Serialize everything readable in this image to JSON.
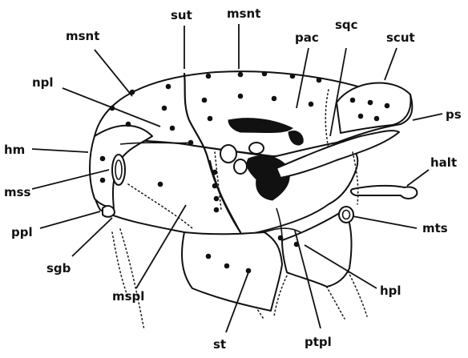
{
  "diagram": {
    "labels": {
      "msnt_left": "msnt",
      "sut": "sut",
      "msnt_top": "msnt",
      "pac": "pac",
      "sqc": "sqc",
      "scut": "scut",
      "npl": "npl",
      "ps": "ps",
      "hm": "hm",
      "halt": "halt",
      "mss": "mss",
      "ppl": "ppl",
      "mts": "mts",
      "sgb": "sgb",
      "hpl": "hpl",
      "mspl": "mspl",
      "st": "st",
      "ptpl": "ptpl"
    },
    "colors": {
      "ink": "#111111",
      "paper": "#ffffff"
    }
  }
}
